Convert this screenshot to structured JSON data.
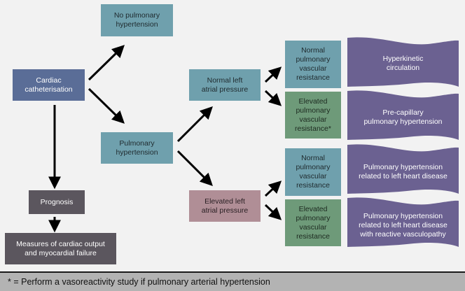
{
  "nodes": {
    "cardiac_cath": "Cardiac\ncatheterisation",
    "no_ph": "No pulmonary\nhypertension",
    "ph": "Pulmonary\nhypertension",
    "prognosis": "Prognosis",
    "measures": "Measures of cardiac output\nand myocardial failure",
    "normal_lap": "Normal left\natrial pressure",
    "elevated_lap": "Elevated left\natrial pressure",
    "normal_pvr_1": "Normal\npulmonary\nvascular\nresistance",
    "elevated_pvr_1": "Elevated\npulmonary\nvascular\nresistance*",
    "normal_pvr_2": "Normal\npulmonary\nvascular\nresistance",
    "elevated_pvr_2": "Elevated\npulmonary\nvascular\nresistance"
  },
  "outcomes": [
    "Hyperkinetic\ncirculation",
    "Pre-capillary\npulmonary hypertension",
    "Pulmonary hypertension\nrelated to left heart disease",
    "Pulmonary hypertension\nrelated to left heart disease\nwith reactive vasculopathy"
  ],
  "colors": {
    "teal": "#6fa0ad",
    "navy": "#5a6d97",
    "dark": "#5b565e",
    "pink": "#b08e96",
    "green": "#6e9a79",
    "purple": "#6b6191"
  },
  "footnote": "* = Perform a vasoreactivity study if pulmonary arterial hypertension"
}
